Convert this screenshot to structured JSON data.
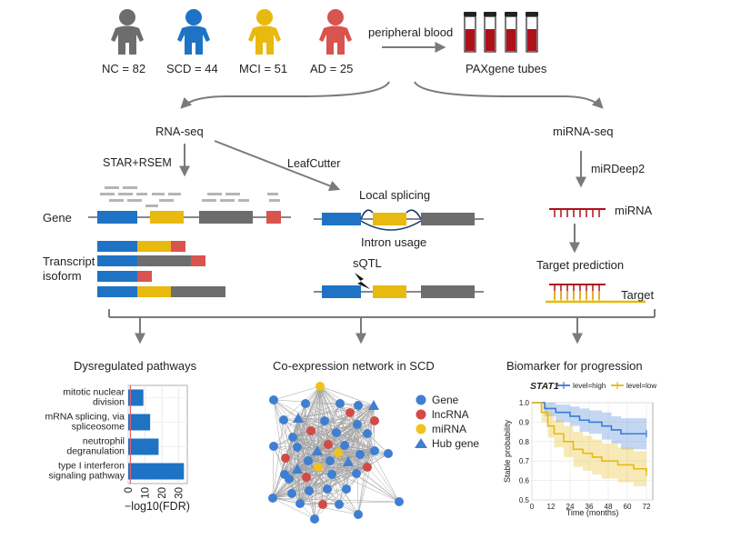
{
  "colors": {
    "nc": "#6d6d6d",
    "scd": "#1f73c4",
    "mci": "#e8b90e",
    "ad": "#d9534f",
    "gray": "#6d6d6d",
    "arrow": "#7a7a7a",
    "tube_red": "#b0101a",
    "net_blue": "#3f7fd1",
    "net_red": "#d24b47",
    "net_yellow": "#f0c21a",
    "km_high": "#3a7bd5",
    "km_low": "#e8b90e"
  },
  "groups": [
    {
      "key": "nc",
      "label": "NC = 82"
    },
    {
      "key": "scd",
      "label": "SCD = 44"
    },
    {
      "key": "mci",
      "label": "MCI = 51"
    },
    {
      "key": "ad",
      "label": "AD = 25"
    }
  ],
  "top": {
    "blood_label": "peripheral blood",
    "tubes_label": "PAXgene tubes"
  },
  "branches": {
    "rnaseq": "RNA-seq",
    "mirnaseq": "miRNA-seq",
    "star_rsem": "STAR+RSEM",
    "leafcutter": "LeafCutter",
    "mirdeep": "miRDeep2"
  },
  "middle": {
    "gene": "Gene",
    "transcript_line1": "Transcript",
    "transcript_line2": "isoform",
    "local_splicing": "Local splicing",
    "intron_usage": "Intron usage",
    "sqtl": "sQTL",
    "mirna": "miRNA",
    "target_prediction": "Target prediction",
    "target": "Target"
  },
  "panels": {
    "pathways_title": "Dysregulated pathways",
    "network_title": "Co-expression network in SCD",
    "biomarker_title": "Biomarker for progression"
  },
  "chart_data": [
    {
      "type": "bar",
      "orientation": "horizontal",
      "categories": [
        [
          "mitotic nuclear",
          "division"
        ],
        [
          "mRNA splicing, via",
          "spliceosome"
        ],
        [
          "neutrophil",
          "degranulation"
        ],
        [
          "type I interferon",
          "signaling pathway"
        ]
      ],
      "values": [
        9,
        13,
        18,
        33
      ],
      "xlabel": "−log10(FDR)",
      "xticks": [
        "0",
        "10",
        "20",
        "30"
      ],
      "xlim": [
        0,
        35
      ],
      "reference_line": 1.3
    },
    {
      "type": "line",
      "title": "STAT1",
      "legend": [
        "level=high",
        "level=low"
      ],
      "xlabel": "Time (months)",
      "ylabel": "Stable probability",
      "xticks": [
        "0",
        "12",
        "24",
        "36",
        "48",
        "60",
        "72"
      ],
      "yticks": [
        "0.5",
        "0.6",
        "0.7",
        "0.8",
        "0.9",
        "1.0"
      ],
      "xlim": [
        0,
        76
      ],
      "ylim": [
        0.5,
        1.0
      ],
      "series": [
        {
          "name": "level=high",
          "steps": [
            [
              0,
              1.0
            ],
            [
              8,
              0.97
            ],
            [
              15,
              0.95
            ],
            [
              24,
              0.93
            ],
            [
              30,
              0.91
            ],
            [
              36,
              0.9
            ],
            [
              44,
              0.88
            ],
            [
              50,
              0.86
            ],
            [
              56,
              0.84
            ],
            [
              72,
              0.84
            ]
          ],
          "upper": [
            [
              0,
              1.0
            ],
            [
              8,
              1.0
            ],
            [
              15,
              0.99
            ],
            [
              24,
              0.98
            ],
            [
              30,
              0.97
            ],
            [
              36,
              0.96
            ],
            [
              44,
              0.95
            ],
            [
              50,
              0.93
            ],
            [
              56,
              0.92
            ],
            [
              72,
              0.92
            ]
          ],
          "lower": [
            [
              0,
              1.0
            ],
            [
              8,
              0.93
            ],
            [
              15,
              0.9
            ],
            [
              24,
              0.88
            ],
            [
              30,
              0.85
            ],
            [
              36,
              0.84
            ],
            [
              44,
              0.81
            ],
            [
              50,
              0.79
            ],
            [
              56,
              0.76
            ],
            [
              72,
              0.76
            ]
          ]
        },
        {
          "name": "level=low",
          "steps": [
            [
              0,
              1.0
            ],
            [
              6,
              0.95
            ],
            [
              10,
              0.88
            ],
            [
              14,
              0.84
            ],
            [
              20,
              0.8
            ],
            [
              26,
              0.76
            ],
            [
              32,
              0.74
            ],
            [
              38,
              0.72
            ],
            [
              44,
              0.7
            ],
            [
              54,
              0.68
            ],
            [
              64,
              0.66
            ],
            [
              72,
              0.64
            ]
          ],
          "upper": [
            [
              0,
              1.0
            ],
            [
              6,
              0.99
            ],
            [
              10,
              0.95
            ],
            [
              14,
              0.91
            ],
            [
              20,
              0.88
            ],
            [
              26,
              0.85
            ],
            [
              32,
              0.83
            ],
            [
              38,
              0.81
            ],
            [
              44,
              0.79
            ],
            [
              54,
              0.77
            ],
            [
              64,
              0.75
            ],
            [
              72,
              0.74
            ]
          ],
          "lower": [
            [
              0,
              1.0
            ],
            [
              6,
              0.9
            ],
            [
              10,
              0.82
            ],
            [
              14,
              0.77
            ],
            [
              20,
              0.72
            ],
            [
              26,
              0.67
            ],
            [
              32,
              0.65
            ],
            [
              38,
              0.63
            ],
            [
              44,
              0.61
            ],
            [
              54,
              0.59
            ],
            [
              64,
              0.57
            ],
            [
              72,
              0.55
            ]
          ]
        }
      ]
    }
  ],
  "network": {
    "legend": [
      {
        "shape": "circle",
        "color": "net_blue",
        "label": "Gene"
      },
      {
        "shape": "circle",
        "color": "net_red",
        "label": "lncRNA"
      },
      {
        "shape": "circle",
        "color": "net_yellow",
        "label": "miRNA"
      },
      {
        "shape": "triangle",
        "color": "net_blue",
        "label": "Hub gene"
      }
    ]
  }
}
